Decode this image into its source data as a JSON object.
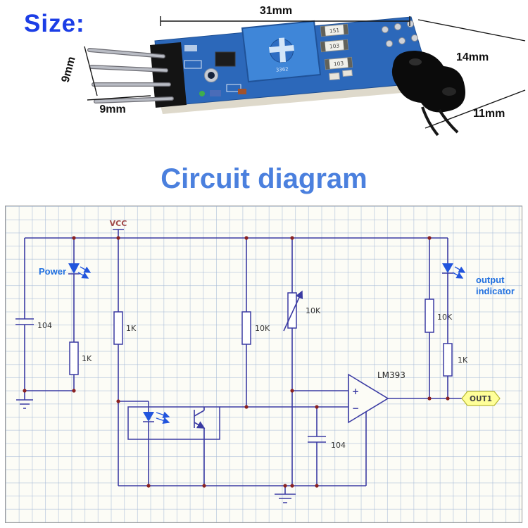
{
  "size_section": {
    "label": "Size:",
    "dims": {
      "board_length": "31mm",
      "board_width": "14mm",
      "sensor_length": "11mm",
      "pin_height": "9mm",
      "pin_length": "9mm"
    },
    "board_markings": {
      "smd_1": "151",
      "smd_2": "103",
      "smd_3": "103",
      "trimpot": "3362"
    }
  },
  "circuit": {
    "title": "Circuit diagram",
    "net": {
      "vcc": "VCC",
      "out": "OUT1"
    },
    "labels": {
      "power": "Power",
      "output_line1": "output",
      "output_line2": "indicator"
    },
    "components": {
      "c1": "104",
      "c2": "104",
      "r1": "1K",
      "r2": "1K",
      "r3": "10K",
      "pot": "10K",
      "r4": "10K",
      "r5": "1K",
      "ic": "LM393",
      "plus": "+",
      "minus": "−"
    },
    "colors": {
      "wire": "#3b3ba3",
      "junction": "#8b2222",
      "led": "#2255dd",
      "label_blue": "#1f6fe0",
      "title_blue": "#4b80de",
      "out_fill": "#ffff99"
    }
  }
}
